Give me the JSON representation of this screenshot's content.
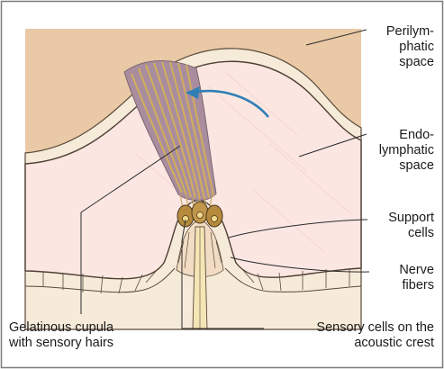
{
  "labels": {
    "perilymphatic": [
      "Perilym-",
      "phatic",
      "space"
    ],
    "endolymphatic": [
      "Endo-",
      "lymphatic",
      "space"
    ],
    "support_cells": [
      "Support",
      "cells"
    ],
    "nerve_fibers": [
      "Nerve",
      "fibers"
    ],
    "cupula": [
      "Gelatinous cupula",
      "with sensory hairs"
    ],
    "sensory_cells": [
      "Sensory cells on the",
      "acoustic crest"
    ]
  },
  "colors": {
    "perilymph": "#e9c9a6",
    "endolymph": "#fbe6e2",
    "membrane": "#f6ead9",
    "cupula_base": "#a98d9e",
    "hair_strands": "#d2ae5c",
    "arrow": "#2f7fb5",
    "nerve": "#f4e6b5",
    "frame": "#7a7a7a"
  }
}
